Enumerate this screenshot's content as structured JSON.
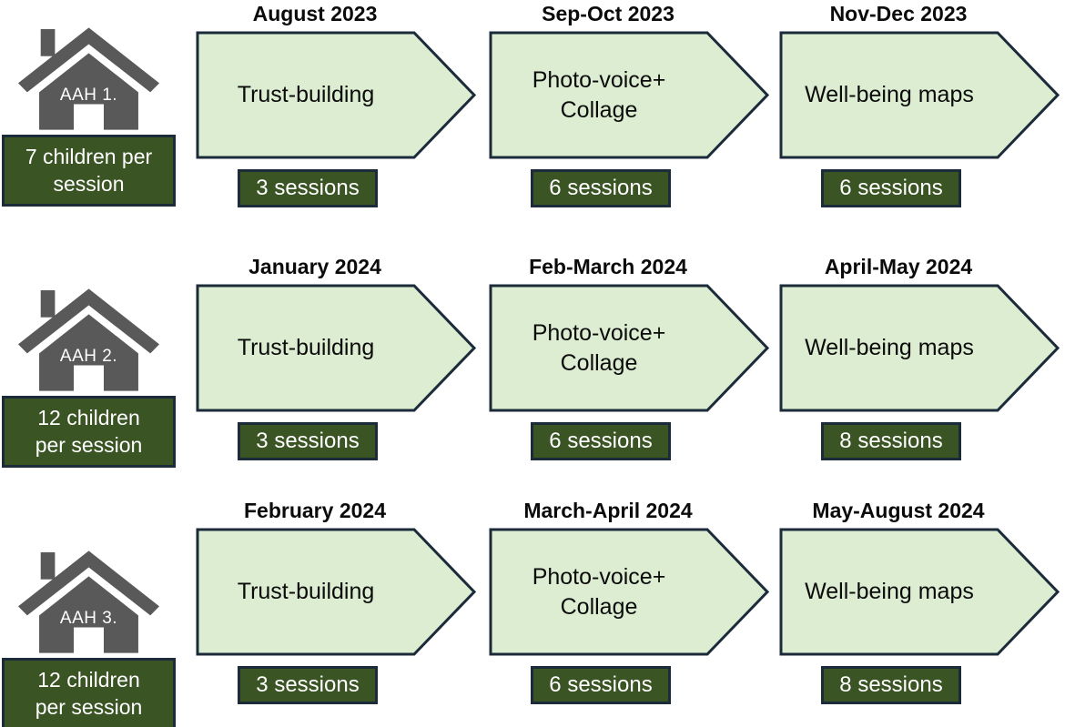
{
  "colors": {
    "background": "#ffffff",
    "arrow_fill": "#dcedd2",
    "arrow_border": "#1c2b3a",
    "badge_bg": "#3a5424",
    "badge_border": "#1c2b3a",
    "badge_text": "#ffffff",
    "house_gray": "#595959",
    "text": "#111111"
  },
  "icons": {
    "house": "house-icon"
  },
  "rows": [
    {
      "house": {
        "label": "AAH 1.",
        "children_line1": "7 children per",
        "children_line2": "session"
      },
      "phases": [
        {
          "date": "August 2023",
          "line1": "Trust-building",
          "line2": "",
          "sessions": "3 sessions"
        },
        {
          "date": "Sep-Oct 2023",
          "line1": "Photo-voice+",
          "line2": "Collage",
          "sessions": "6 sessions"
        },
        {
          "date": "Nov-Dec 2023",
          "line1": "Well-being maps",
          "line2": "",
          "sessions": "6 sessions"
        }
      ]
    },
    {
      "house": {
        "label": "AAH 2.",
        "children_line1": "12 children",
        "children_line2": "per session"
      },
      "phases": [
        {
          "date": "January 2024",
          "line1": "Trust-building",
          "line2": "",
          "sessions": "3 sessions"
        },
        {
          "date": "Feb-March 2024",
          "line1": "Photo-voice+",
          "line2": "Collage",
          "sessions": "6 sessions"
        },
        {
          "date": "April-May 2024",
          "line1": "Well-being maps",
          "line2": "",
          "sessions": "8 sessions"
        }
      ]
    },
    {
      "house": {
        "label": "AAH 3.",
        "children_line1": "12 children",
        "children_line2": "per session"
      },
      "phases": [
        {
          "date": "February 2024",
          "line1": "Trust-building",
          "line2": "",
          "sessions": "3 sessions"
        },
        {
          "date": "March-April 2024",
          "line1": "Photo-voice+",
          "line2": "Collage",
          "sessions": "6 sessions"
        },
        {
          "date": "May-August 2024",
          "line1": "Well-being maps",
          "line2": "",
          "sessions": "8 sessions"
        }
      ]
    }
  ]
}
